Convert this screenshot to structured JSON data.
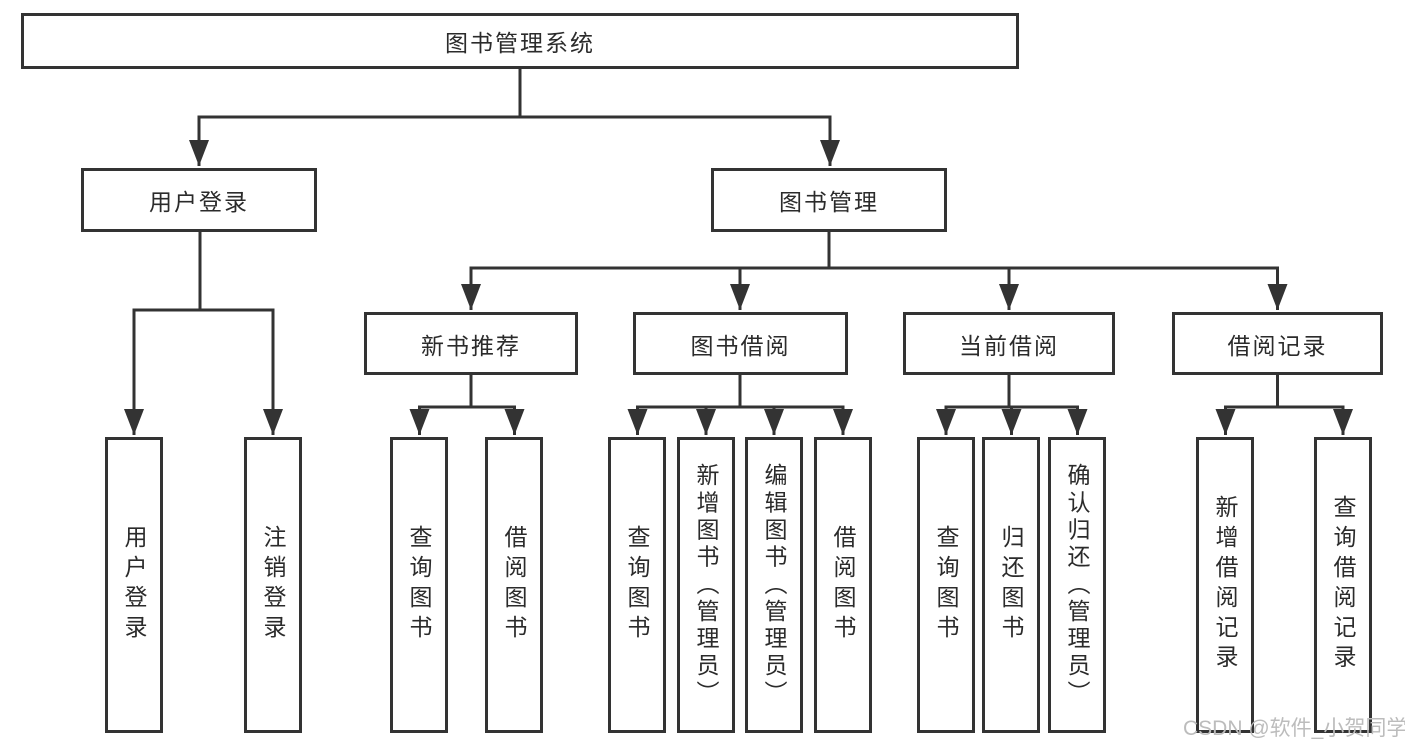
{
  "watermark": "CSDN @软件_小贺同学",
  "colors": {
    "line": "#333333",
    "node_border": "#333333",
    "node_text": "#2b2b2b",
    "node_background": "#ffffff",
    "page_background": "#ffffff",
    "watermark_text": "#bcbcbc"
  },
  "tree": {
    "root": {
      "label": "图书管理系统"
    },
    "branches": [
      {
        "label": "用户登录",
        "leaves": [
          {
            "label": "用户登录"
          },
          {
            "label": "注销登录"
          }
        ]
      },
      {
        "label": "图书管理",
        "sections": [
          {
            "label": "新书推荐",
            "leaves": [
              {
                "label": "查询图书"
              },
              {
                "label": "借阅图书"
              }
            ]
          },
          {
            "label": "图书借阅",
            "leaves": [
              {
                "label": "查询图书"
              },
              {
                "label": "新增图书（管理员）"
              },
              {
                "label": "编辑图书（管理员）"
              },
              {
                "label": "借阅图书"
              }
            ]
          },
          {
            "label": "当前借阅",
            "leaves": [
              {
                "label": "查询图书"
              },
              {
                "label": "归还图书"
              },
              {
                "label": "确认归还（管理员）"
              }
            ]
          },
          {
            "label": "借阅记录",
            "leaves": [
              {
                "label": "新增借阅记录"
              },
              {
                "label": "查询借阅记录"
              }
            ]
          }
        ]
      }
    ]
  }
}
